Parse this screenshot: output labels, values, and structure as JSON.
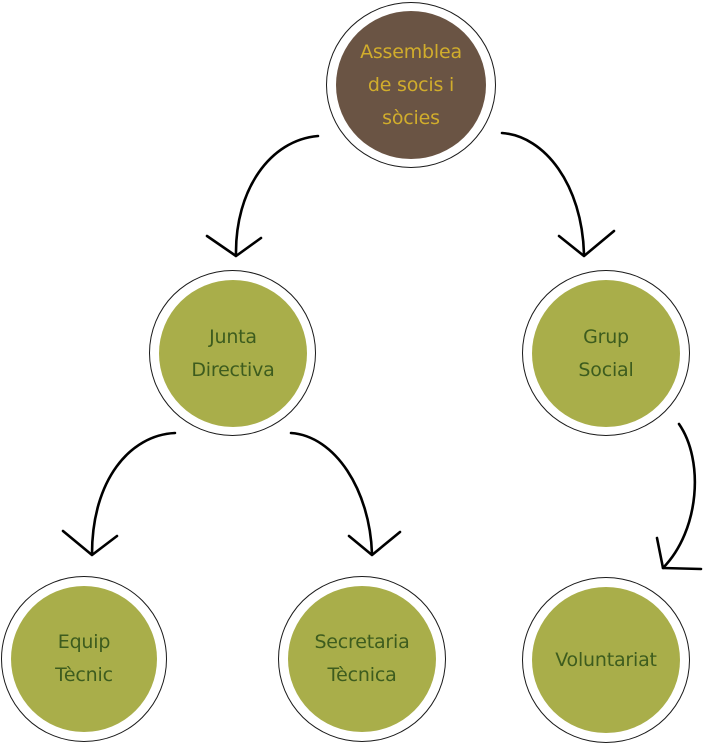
{
  "diagram": {
    "type": "organizational-chart",
    "nodes": [
      {
        "id": "assemblea",
        "label": "Assemblea\nde socis i\nsòcies",
        "level": 0
      },
      {
        "id": "junta",
        "label": "Junta\nDirectiva",
        "level": 1
      },
      {
        "id": "grup",
        "label": "Grup\nSocial",
        "level": 1
      },
      {
        "id": "equip",
        "label": "Equip\nTècnic",
        "level": 2
      },
      {
        "id": "secretaria",
        "label": "Secretaria\nTècnica",
        "level": 2
      },
      {
        "id": "voluntariat",
        "label": "Voluntariat",
        "level": 2
      }
    ],
    "edges": [
      {
        "from": "assemblea",
        "to": "junta"
      },
      {
        "from": "assemblea",
        "to": "grup"
      },
      {
        "from": "junta",
        "to": "equip"
      },
      {
        "from": "junta",
        "to": "secretaria"
      },
      {
        "from": "grup",
        "to": "voluntariat"
      }
    ],
    "colors": {
      "root_fill": "#6a5444",
      "root_text": "#d1ad2c",
      "node_fill": "#a9ae4a",
      "node_text": "#3d5c1e",
      "outline": "#1a1a1a",
      "arrow": "#000000"
    }
  }
}
